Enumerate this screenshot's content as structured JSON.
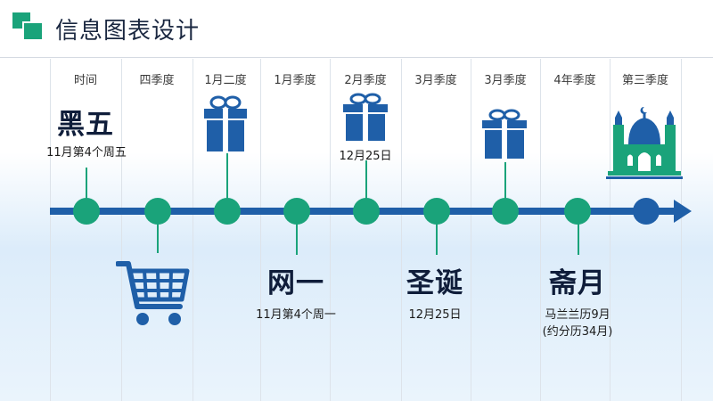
{
  "title": "信息图表设计",
  "columns": [
    "时间",
    "四季度",
    "1月二度",
    "1月季度",
    "2月季度",
    "3月季度",
    "3月季度",
    "4年季度",
    "第三季度"
  ],
  "events": {
    "black_friday": {
      "title": "黑五",
      "date": "11月第4个周五"
    },
    "christmas_top": {
      "date": "12月25日"
    },
    "cyber_monday": {
      "title": "网一",
      "date": "11月第4个周一"
    },
    "christmas": {
      "title": "圣诞",
      "date": "12月25日"
    },
    "ramadan": {
      "title": "斋月",
      "date_line1": "马兰兰历9月",
      "date_line2": "(约分历34月)"
    }
  },
  "colors": {
    "accent_green": "#1aa37a",
    "axis_blue": "#1f5fa8",
    "title_dark": "#0f1d3a"
  },
  "icons": [
    "gift-icon",
    "gift-icon",
    "gift-icon",
    "shopping-cart-icon",
    "mosque-icon"
  ]
}
